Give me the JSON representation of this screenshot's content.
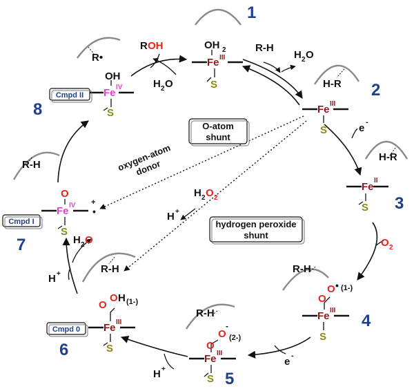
{
  "colors": {
    "step_number": "#1f3f8f",
    "iron": "#8b1a1a",
    "ferryl_iron": "#e23fd6",
    "oxygen": "#e8231c",
    "sulfur": "#8c8a12",
    "badge_text": "#1f3f8f",
    "arc": "#8a8a8a"
  },
  "steps": [
    {
      "number": "1"
    },
    {
      "number": "2"
    },
    {
      "number": "3"
    },
    {
      "number": "4"
    },
    {
      "number": "5"
    },
    {
      "number": "6",
      "badge": "Cmpd 0"
    },
    {
      "number": "7",
      "badge": "Cmpd I"
    },
    {
      "number": "8",
      "badge": "Cmpd II"
    }
  ],
  "atoms": {
    "fe": "Fe",
    "s": "S",
    "o": "O",
    "h": "H",
    "oh": "OH",
    "oh2": "OH",
    "sub_2": "2",
    "ox_II": "II",
    "ox_III": "III",
    "ox_IV": "IV"
  },
  "charges": {
    "minus": "-",
    "one_minus": "(1-)",
    "two_minus": "(2-)",
    "radical_cation": "+",
    "h_plus_sign": "+"
  },
  "substrates": {
    "rh": "R-H",
    "hr": "H-R",
    "r_radical": "R•",
    "roh_r": "R",
    "roh_oh": "OH"
  },
  "reagents": {
    "water_h": "H",
    "water_sub": "2",
    "water_o": "O",
    "electron": "e",
    "o2_o": "O",
    "o2_sub": "2",
    "h2o2_h": "H",
    "h2o2_o": "O",
    "h_plus": "H"
  },
  "shunts": {
    "o_atom_label": [
      "O-atom",
      "shunt"
    ],
    "oxygen_donor_label": [
      "oxygen-atom",
      "donor"
    ],
    "peroxide_label": [
      "hydrogen peroxide",
      "shunt"
    ]
  }
}
